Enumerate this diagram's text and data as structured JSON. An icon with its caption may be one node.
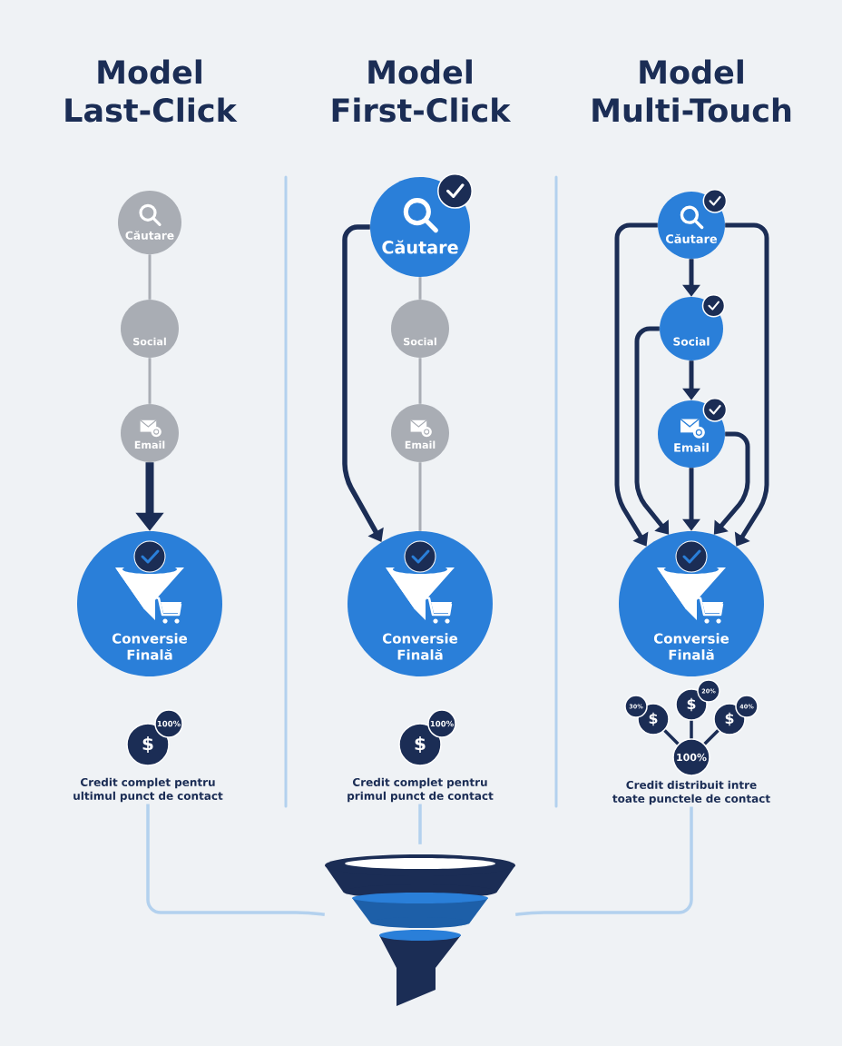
{
  "diagram": {
    "nodes": [
      {
        "text": [
          "Căutare"
        ]
      },
      {
        "text": [
          "Social"
        ]
      },
      {
        "text": [
          "Email"
        ]
      },
      {
        "text": [
          "Conversie Finală"
        ]
      },
      {
        "text": [
          "Căutare"
        ]
      },
      {
        "text": [
          "Social"
        ]
      },
      {
        "text": [
          "Email"
        ]
      },
      {
        "text": [
          "Conversie Finală"
        ]
      },
      {
        "text": [
          "Căutare"
        ]
      },
      {
        "text": [
          "Social"
        ]
      },
      {
        "text": [
          "Email"
        ]
      },
      {
        "text": [
          "Conversie Finală"
        ]
      },
      {
        "text": [
          "$"
        ]
      },
      {
        "text": [
          "100%"
        ]
      },
      {
        "text": [
          "$"
        ]
      },
      {
        "text": [
          "100%"
        ]
      },
      {
        "text": [
          "$"
        ]
      },
      {
        "text": [
          "30%"
        ]
      },
      {
        "text": [
          "$"
        ]
      },
      {
        "text": [
          "20%"
        ]
      },
      {
        "text": [
          "$"
        ]
      },
      {
        "text": [
          "40%"
        ]
      },
      {
        "text": [
          "100%"
        ]
      },
      {
        "text": [
          "Credit complet pentru ultimul punct de contact"
        ]
      },
      {
        "text": [
          "Credit complet pentru primul punct de contact"
        ]
      },
      {
        "text": [
          "Credit distribuit intre toate punctele de contact"
        ]
      },
      {
        "text": [],
        "shape": "funnel"
      }
    ],
    "edges": [
      {
        "from": 0,
        "to": 1,
        "arrow": "none",
        "color": "#a9adb4"
      },
      {
        "from": 1,
        "to": 2,
        "arrow": "none",
        "color": "#a9adb4"
      },
      {
        "from": 2,
        "to": 3,
        "arrow": "to",
        "style": "thick"
      },
      {
        "from": 4,
        "to": 5,
        "arrow": "none",
        "color": "#a9adb4"
      },
      {
        "from": 5,
        "to": 6,
        "arrow": "none",
        "color": "#a9adb4"
      },
      {
        "from": 6,
        "to": 7,
        "arrow": "none",
        "color": "#a9adb4"
      },
      {
        "from": 4,
        "to": 7,
        "arrow": "to"
      },
      {
        "from": 8,
        "to": 9,
        "arrow": "to"
      },
      {
        "from": 9,
        "to": 10,
        "arrow": "to"
      },
      {
        "from": 8,
        "to": 11,
        "arrow": "to"
      },
      {
        "from": 8,
        "to": 11,
        "arrow": "to"
      },
      {
        "from": 9,
        "to": 11,
        "arrow": "to"
      },
      {
        "from": 10,
        "to": 11,
        "arrow": "to"
      },
      {
        "from": 10,
        "to": 11,
        "arrow": "to"
      },
      {
        "from": 22,
        "to": 16,
        "arrow": "none"
      },
      {
        "from": 22,
        "to": 18,
        "arrow": "none"
      },
      {
        "from": 22,
        "to": 20,
        "arrow": "none"
      },
      {
        "from": 23,
        "to": 26,
        "arrow": "none",
        "color": "#b3d1ee"
      },
      {
        "from": 24,
        "to": 26,
        "arrow": "none",
        "color": "#b3d1ee"
      },
      {
        "from": 25,
        "to": 26,
        "arrow": "none",
        "color": "#b3d1ee"
      }
    ],
    "labels": [
      "Model Last-Click",
      "Model First-Click",
      "Model Multi-Touch"
    ]
  }
}
